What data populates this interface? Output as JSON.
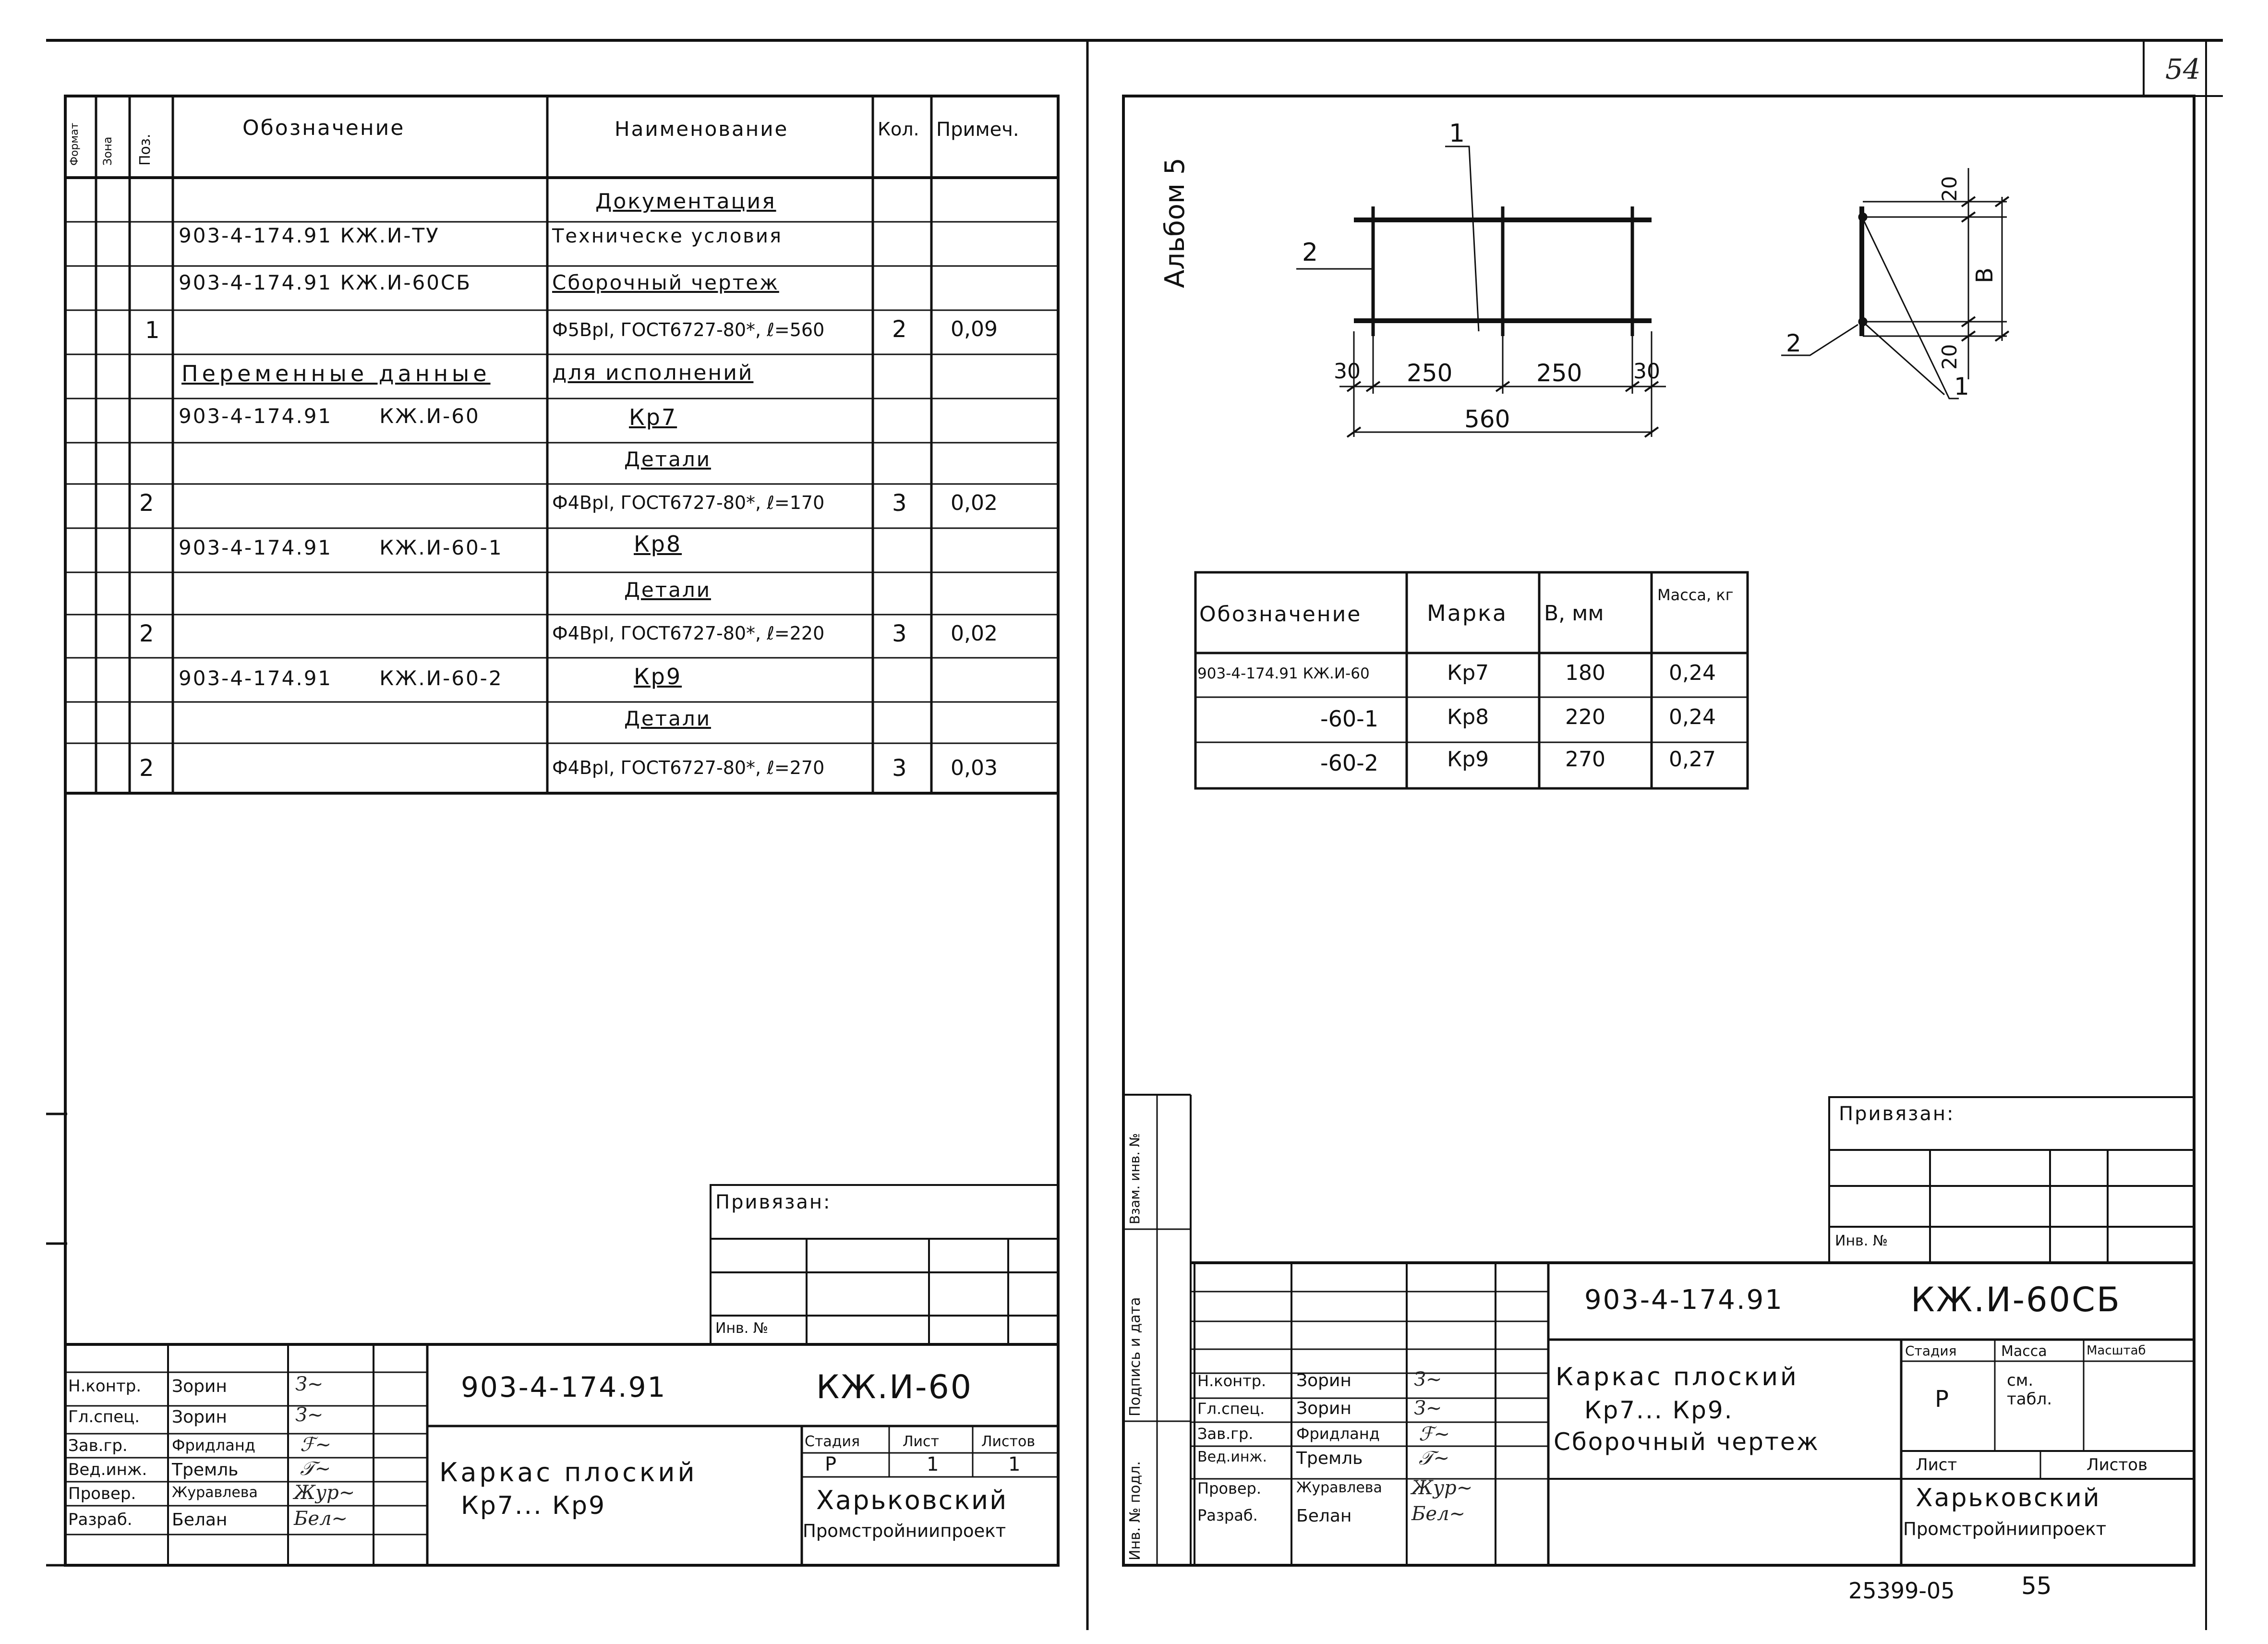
{
  "page_number": "54",
  "album_label": "Альбом 5",
  "footer": {
    "doc_number": "25399-05",
    "page": "55"
  },
  "left_sheet": {
    "spec_header": {
      "format": "Формат",
      "zone": "Зона",
      "pos": "Поз.",
      "designation": "Обозначение",
      "name": "Наименование",
      "qty": "Кол.",
      "note": "Примеч."
    },
    "spec_rows": [
      {
        "pos": "",
        "designation": "",
        "name": "Документация",
        "qty": "",
        "note": ""
      },
      {
        "pos": "",
        "designation": "903-4-174.91 КЖ.И-ТУ",
        "name": "Техническе условия",
        "qty": "",
        "note": ""
      },
      {
        "pos": "",
        "designation": "903-4-174.91 КЖ.И-60СБ",
        "name": "Сборочный чертеж",
        "qty": "",
        "note": ""
      },
      {
        "pos": "1",
        "designation": "",
        "name": "Ф5ВрI, ГОСТ6727-80*, ℓ=560",
        "qty": "2",
        "note": "0,09"
      },
      {
        "pos": "",
        "designation": "Переменные данные",
        "name": "для исполнений",
        "qty": "",
        "note": ""
      },
      {
        "pos": "",
        "designation": "903-4-174.91      КЖ.И-60",
        "name": "Кр7",
        "qty": "",
        "note": ""
      },
      {
        "pos": "",
        "designation": "",
        "name": "Детали",
        "qty": "",
        "note": ""
      },
      {
        "pos": "2",
        "designation": "",
        "name": "Ф4ВрI, ГОСТ6727-80*, ℓ=170",
        "qty": "3",
        "note": "0,02"
      },
      {
        "pos": "",
        "designation": "903-4-174.91      КЖ.И-60-1",
        "name": "Кр8",
        "qty": "",
        "note": ""
      },
      {
        "pos": "",
        "designation": "",
        "name": "Детали",
        "qty": "",
        "note": ""
      },
      {
        "pos": "2",
        "designation": "",
        "name": "Ф4ВрI, ГОСТ6727-80*, ℓ=220",
        "qty": "3",
        "note": "0,02"
      },
      {
        "pos": "",
        "designation": "903-4-174.91      КЖ.И-60-2",
        "name": "Кр9",
        "qty": "",
        "note": ""
      },
      {
        "pos": "",
        "designation": "",
        "name": "Детали",
        "qty": "",
        "note": ""
      },
      {
        "pos": "2",
        "designation": "",
        "name": "Ф4ВрI, ГОСТ6727-80*, ℓ=270",
        "qty": "3",
        "note": "0,03"
      }
    ],
    "privyazan": "Привязан:",
    "inv_no": "Инв. №",
    "title_block": {
      "doc_code": "903-4-174.91",
      "mark": "КЖ.И-60",
      "title_line1": "Каркас плоский",
      "title_line2": "Кр7... Кр9",
      "stage_h": "Стадия",
      "sheet_h": "Лист",
      "sheets_h": "Листов",
      "stage": "Р",
      "sheet": "1",
      "sheets": "1",
      "org_line1": "Харьковский",
      "org_line2": "Промстройниипроект",
      "roles": [
        "Н.контр.",
        "Гл.спец.",
        "Зав.гр.",
        "Вед.инж.",
        "Провер.",
        "Разраб."
      ],
      "names": [
        "Зорин",
        "Зорин",
        "Фридланд",
        "Тремль",
        "Журавлева",
        "Белан"
      ]
    }
  },
  "right_sheet": {
    "drawing": {
      "dims": [
        "30",
        "250",
        "250",
        "30",
        "560"
      ],
      "side_dims": [
        "20",
        "В",
        "20"
      ],
      "callouts": [
        "1",
        "2",
        "2",
        "1"
      ]
    },
    "mark_table": {
      "headers": [
        "Обозначение",
        "Марка",
        "В, мм",
        "Масса, кг"
      ],
      "rows": [
        [
          "903-4-174.91 КЖ.И-60",
          "Кр7",
          "180",
          "0,24"
        ],
        [
          "-60-1",
          "Кр8",
          "220",
          "0,24"
        ],
        [
          "-60-2",
          "Кр9",
          "270",
          "0,27"
        ]
      ]
    },
    "privyazan": "Привязан:",
    "inv_no": "Инв. №",
    "side_stamp": [
      "Взам. инв. №",
      "Подпись и дата",
      "Инв. № подл."
    ],
    "title_block": {
      "doc_code": "903-4-174.91",
      "mark": "КЖ.И-60СБ",
      "title_line1": "Каркас плоский",
      "title_line2": "Кр7... Кр9.",
      "title_line3": "Сборочный чертеж",
      "stage_h": "Стадия",
      "mass_h": "Масса",
      "scale_h": "Масштаб",
      "stage": "Р",
      "mass": "см. табл.",
      "sheet_h": "Лист",
      "sheets_h": "Листов",
      "org_line1": "Харьковский",
      "org_line2": "Промстройниипроект",
      "roles": [
        "Н.контр.",
        "Гл.спец.",
        "Зав.гр.",
        "Вед.инж.",
        "Провер.",
        "Разраб."
      ],
      "names": [
        "Зорин",
        "Зорин",
        "Фридланд",
        "Тремль",
        "Журавлева",
        "Белан"
      ]
    }
  }
}
